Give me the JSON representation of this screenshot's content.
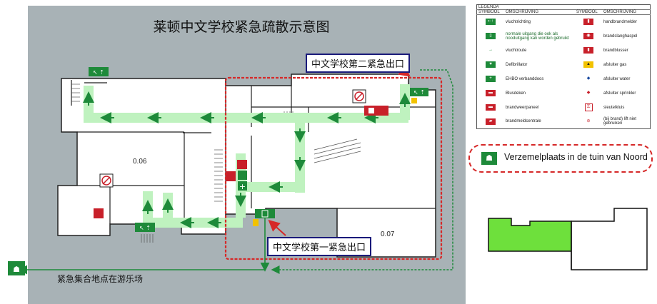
{
  "title": "莱顿中文学校紧急疏散示意图",
  "exits": {
    "second": "中文学校第二紧急出口",
    "first": "中文学校第一紧急出口"
  },
  "assembly_outside": "紧急集合地点在游乐场",
  "rooms": [
    "0.06",
    "0.07"
  ],
  "legend": {
    "title": "LEGENDA",
    "columns": [
      "SYMBOOL",
      "OMSCHRIJVING",
      "SYMBOOL",
      "OMSCHRIJVING"
    ],
    "rows": [
      {
        "left": "vluchtrichting",
        "right": "handbrandmelder",
        "left_icon": "running-man-arrow-icon",
        "right_icon": "fire-alarm-icon"
      },
      {
        "left": "normale uitgang die ook als nooduitgang kan worden gebruikt",
        "right": "brandslanghaspel",
        "left_icon": "exit-door-icon",
        "right_icon": "fire-hose-icon"
      },
      {
        "left": "vluchtroute",
        "right": "brandblusser",
        "left_icon": "green-arrow-icon",
        "right_icon": "fire-extinguisher-icon"
      },
      {
        "left": "Defibrillator",
        "right": "afsluiter gas",
        "left_icon": "defibrillator-icon",
        "right_icon": "gas-valve-icon"
      },
      {
        "left": "EHBO verbanddoos",
        "right": "afsluiter water",
        "left_icon": "first-aid-icon",
        "right_icon": "water-valve-icon"
      },
      {
        "left": "Blusdeken",
        "right": "afsluiter sprinkler",
        "left_icon": "fire-blanket-icon",
        "right_icon": "sprinkler-valve-icon"
      },
      {
        "left": "brandweerpaneel",
        "right": "sleutelkluis",
        "left_icon": "fire-panel-icon",
        "right_icon": "key-safe-icon"
      },
      {
        "left": "brandmeldcentrale",
        "right": "(bij brand) lift niet gebruiken",
        "left_icon": "fire-alarm-central-icon",
        "right_icon": "no-lift-icon"
      }
    ],
    "assembly": "Verzemelplaats in de tuin van Noord"
  },
  "colors": {
    "map_bg": "#a8b2b6",
    "route": "#bff2bf",
    "arrow": "#1e8a3a",
    "fire_red": "#c8202a",
    "highlight": "#6ee03c",
    "exit_box": "#1a1a7a",
    "dashed": "#d62828"
  }
}
